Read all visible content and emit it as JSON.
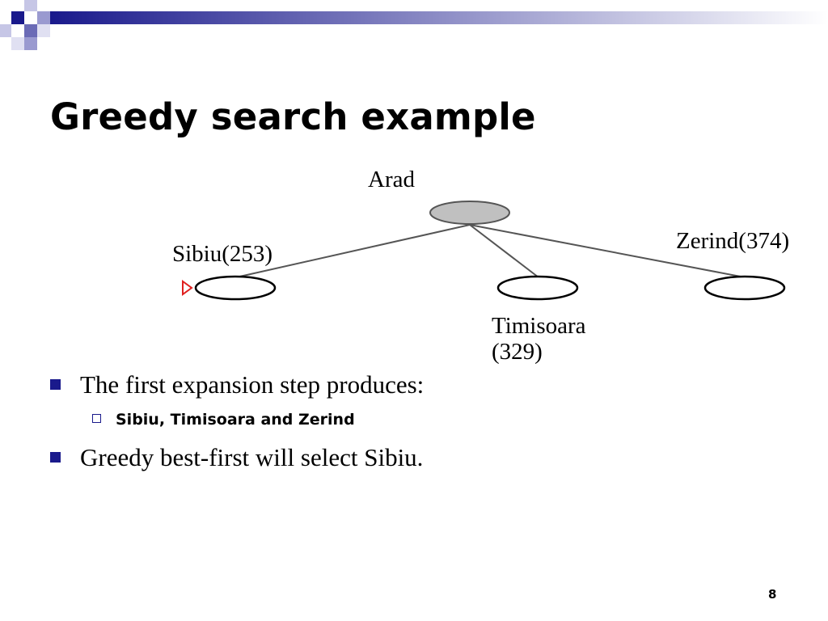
{
  "slide": {
    "title": "Greedy search example",
    "page_number": "8"
  },
  "tree": {
    "root": {
      "label": "Arad"
    },
    "children": [
      {
        "id": "sibiu",
        "label": "Sibiu(253)",
        "marked": true
      },
      {
        "id": "timisoara",
        "label_line1": "Timisoara",
        "label_line2": "(329)"
      },
      {
        "id": "zerind",
        "label": "Zerind(374)"
      }
    ]
  },
  "bullets": [
    {
      "text": "The first expansion step produces:"
    },
    {
      "text": "Sibiu, Timisoara and Zerind",
      "level": 2
    },
    {
      "text": "Greedy best-first will select Sibiu."
    }
  ],
  "colors": {
    "bullet": "#1a1a8c",
    "root_fill": "#c0c0c0",
    "marker": "#e0201f"
  }
}
